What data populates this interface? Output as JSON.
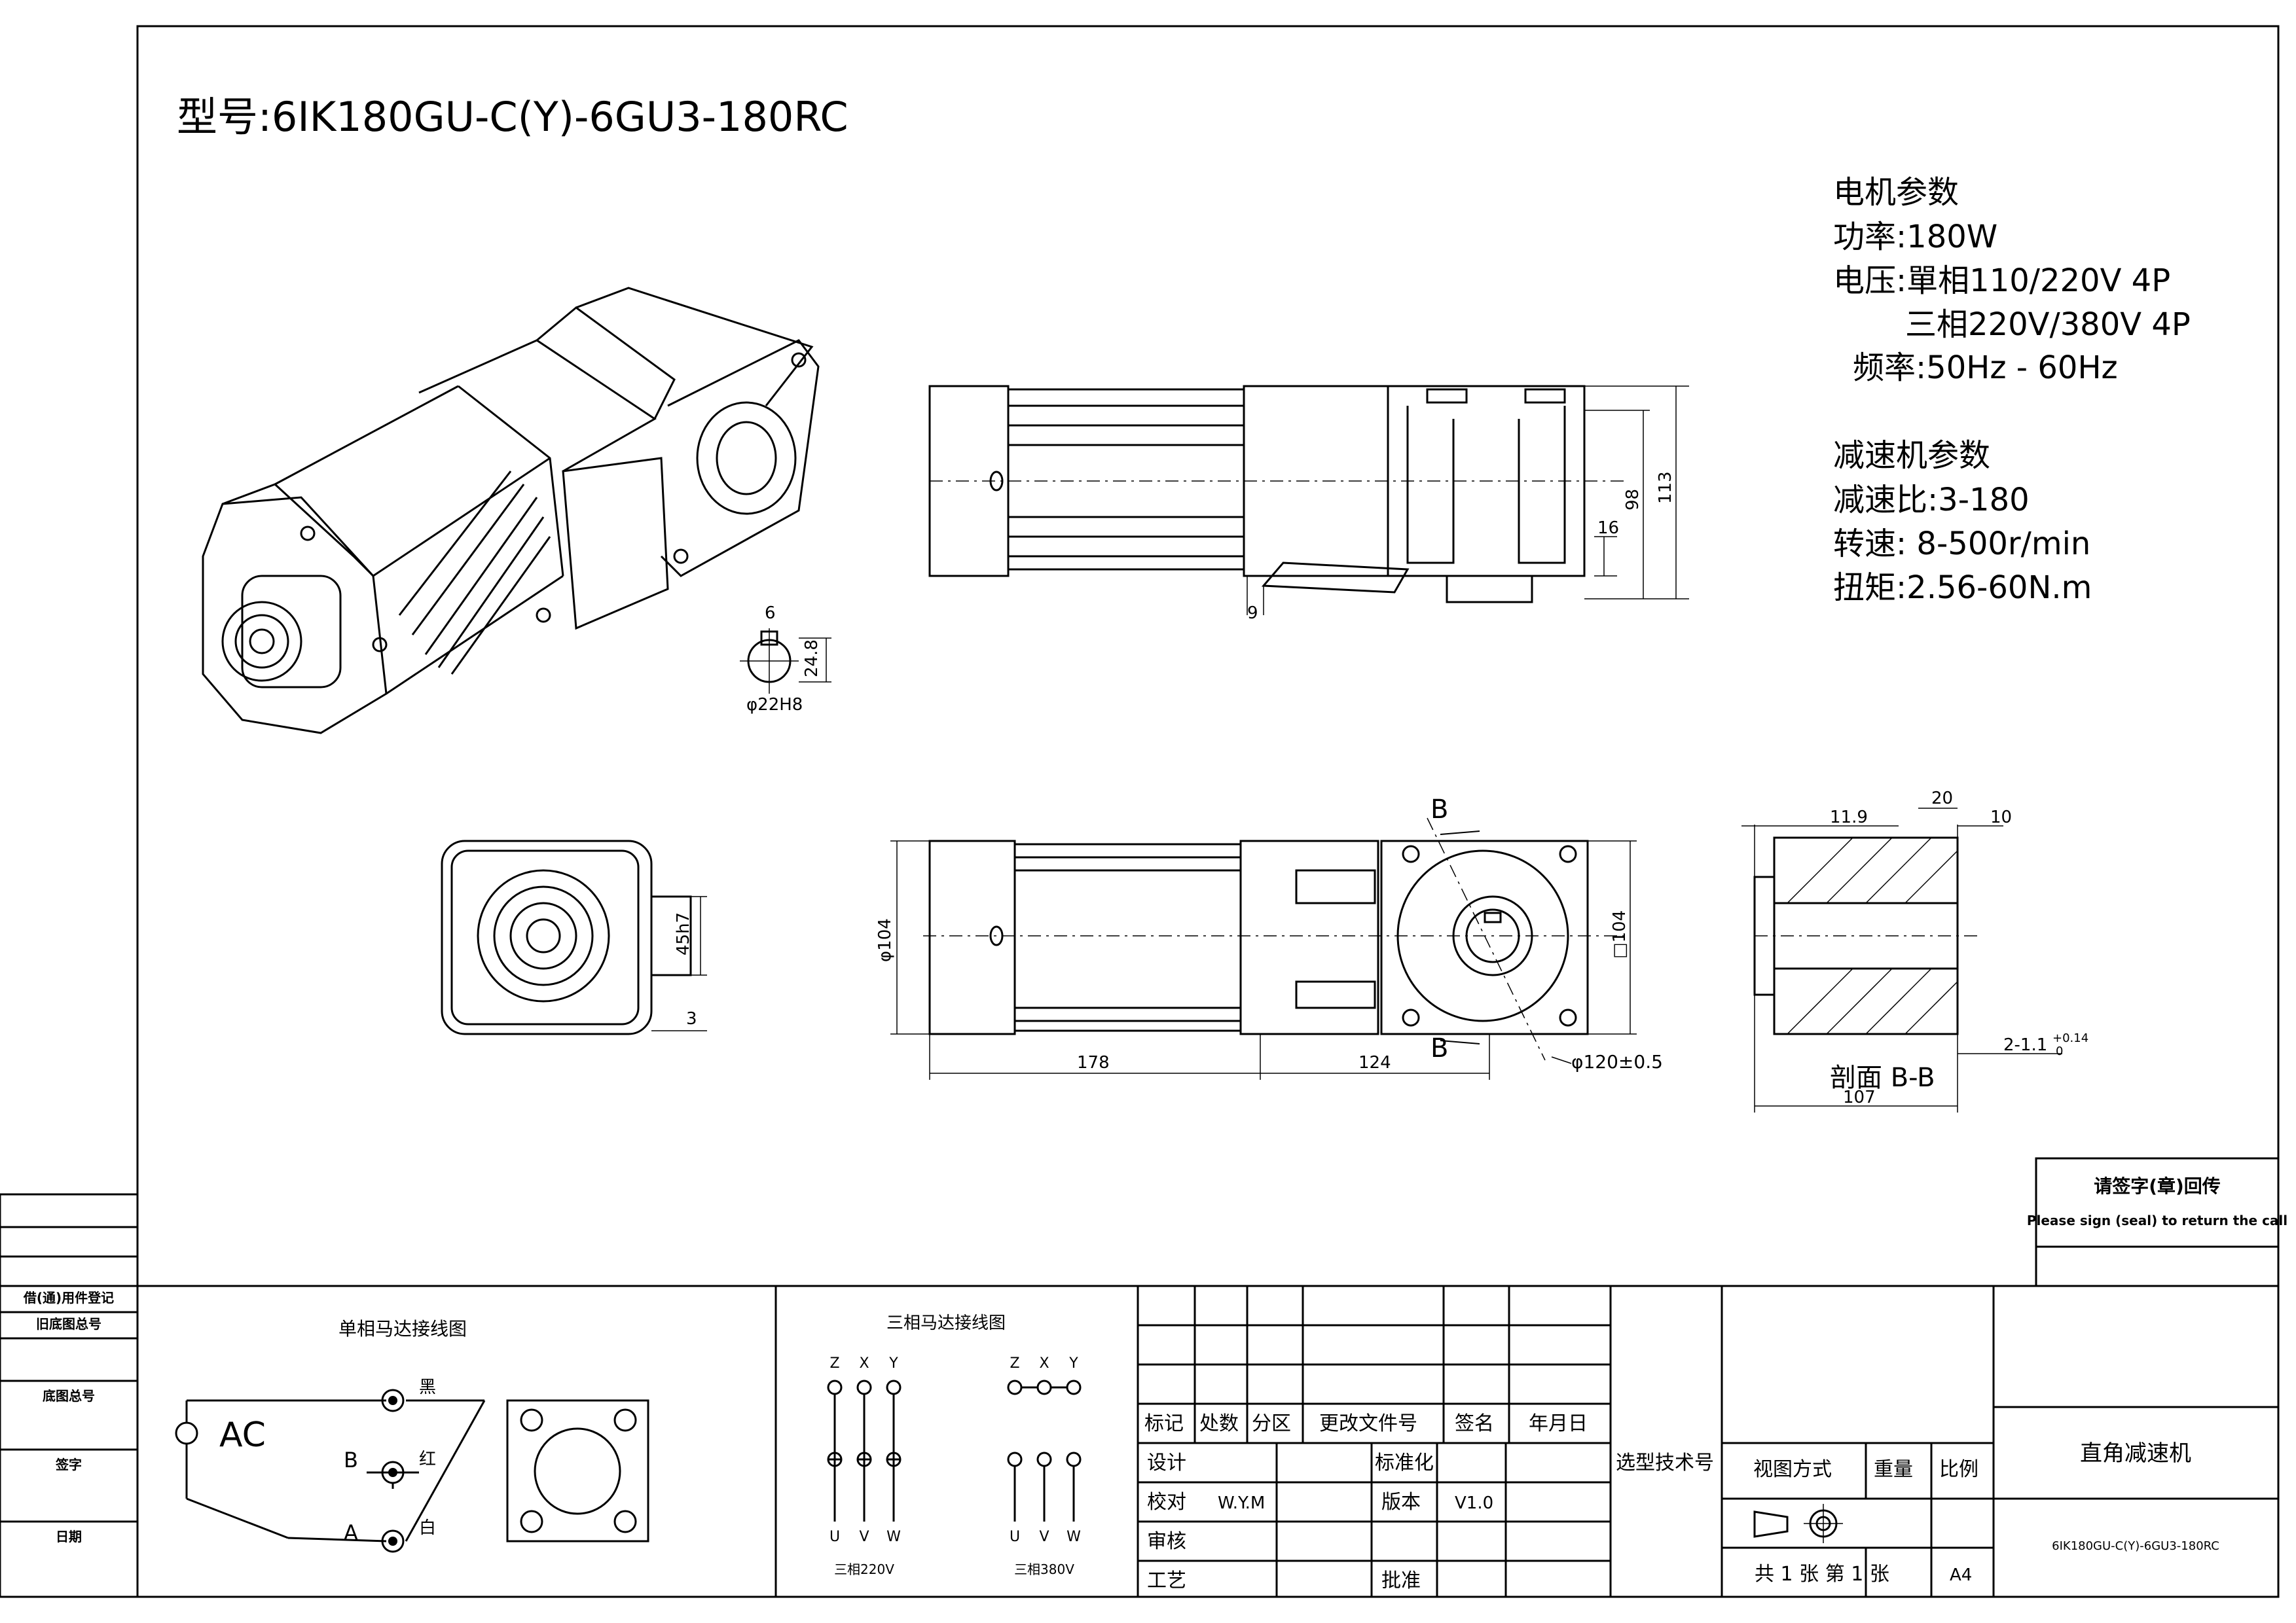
{
  "title": "型号:6IK180GU-C(Y)-6GU3-180RC",
  "motor_params": {
    "heading": "电机参数",
    "power": "功率:180W",
    "voltage_1": "电压:單相110/220V 4P",
    "voltage_2": "三相220V/380V 4P",
    "frequency": "频率:50Hz - 60Hz"
  },
  "reducer_params": {
    "heading": "减速机参数",
    "ratio": "减速比:3-180",
    "speed": "转速: 8-500r/min",
    "torque": "扭矩:2.56-60N.m"
  },
  "shaft_detail": {
    "dim_keyway": "6",
    "dim_height": "24.8",
    "dim_dia": "φ22H8"
  },
  "side_view": {
    "dim_98": "98",
    "dim_113": "113",
    "dim_16": "16",
    "dim_9": "9"
  },
  "end_view": {
    "dim_45h7": "45h7",
    "dim_3": "3"
  },
  "bottom_view": {
    "dim_104_left": "φ104",
    "dim_104_right": "□104",
    "dim_178": "178",
    "dim_124": "124",
    "dim_120": "φ120±0.5",
    "section_mark_top": "B",
    "section_mark_bottom": "B"
  },
  "section_view": {
    "dim_11_9": "11.9",
    "dim_20": "20",
    "dim_10": "10",
    "dim_2_1": "2-1.1",
    "tol_upper": "+0.14",
    "tol_lower": "0",
    "dim_107": "107",
    "caption": "剖面 B-B"
  },
  "stamp": {
    "line1": "请签字(章)回传",
    "line2": "Please sign (seal) to return the call"
  },
  "left_strip": {
    "l1": "借(通)用件登记",
    "l2": "旧底图总号",
    "l3": "底图总号",
    "l4": "签字",
    "l5": "日期"
  },
  "wiring_single": {
    "title": "单相马达接线图",
    "ac": "AC",
    "black": "黑",
    "red": "红",
    "white": "白",
    "label_b": "B",
    "label_a": "A"
  },
  "wiring_three": {
    "title": "三相马达接线图",
    "top_labels": [
      "Z",
      "X",
      "Y"
    ],
    "bottom_labels": [
      "U",
      "V",
      "W"
    ],
    "caption_220": "三相220V",
    "caption_380": "三相380V"
  },
  "title_block": {
    "mark": "标记",
    "count": "处数",
    "zone": "分区",
    "doc": "更改文件号",
    "sign": "签名",
    "date": "年月日",
    "design": "设计",
    "standard": "标准化",
    "check": "校对",
    "checker": "W.Y.M",
    "version_label": "版本",
    "version": "V1.0",
    "review": "审核",
    "process": "工艺",
    "approve": "批准",
    "select_code": "选型技术号",
    "view_method": "视图方式",
    "weight": "重量",
    "scale": "比例",
    "sheets": "共 1 张 第 1 张",
    "paper": "A4",
    "product": "直角减速机",
    "drawing_no": "6IK180GU-C(Y)-6GU3-180RC"
  }
}
